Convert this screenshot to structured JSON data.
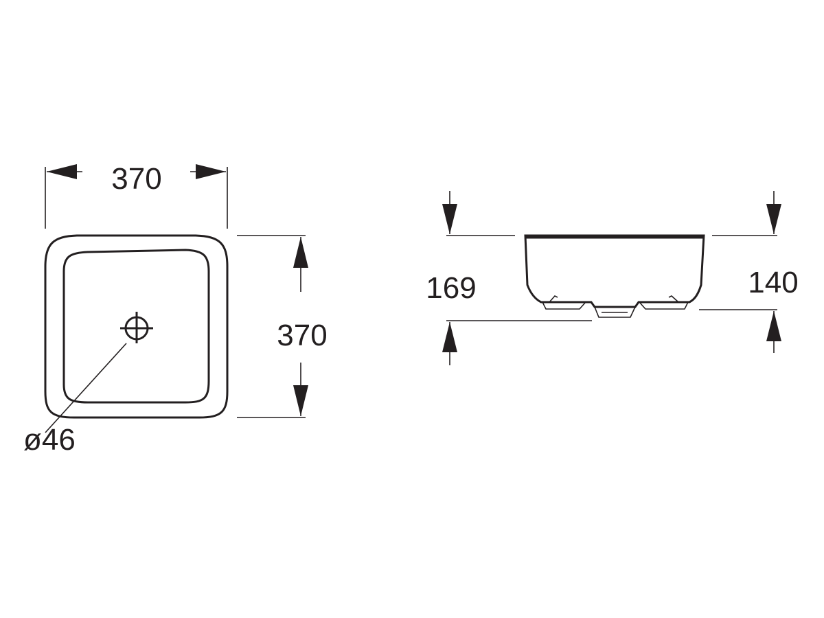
{
  "top_view": {
    "width_label": "370",
    "depth_label": "370",
    "hole_label": "ø46"
  },
  "side_view": {
    "overall_height_label": "169",
    "bowl_height_label": "140"
  },
  "colors": {
    "ink": "#231f20",
    "background": "#ffffff"
  }
}
